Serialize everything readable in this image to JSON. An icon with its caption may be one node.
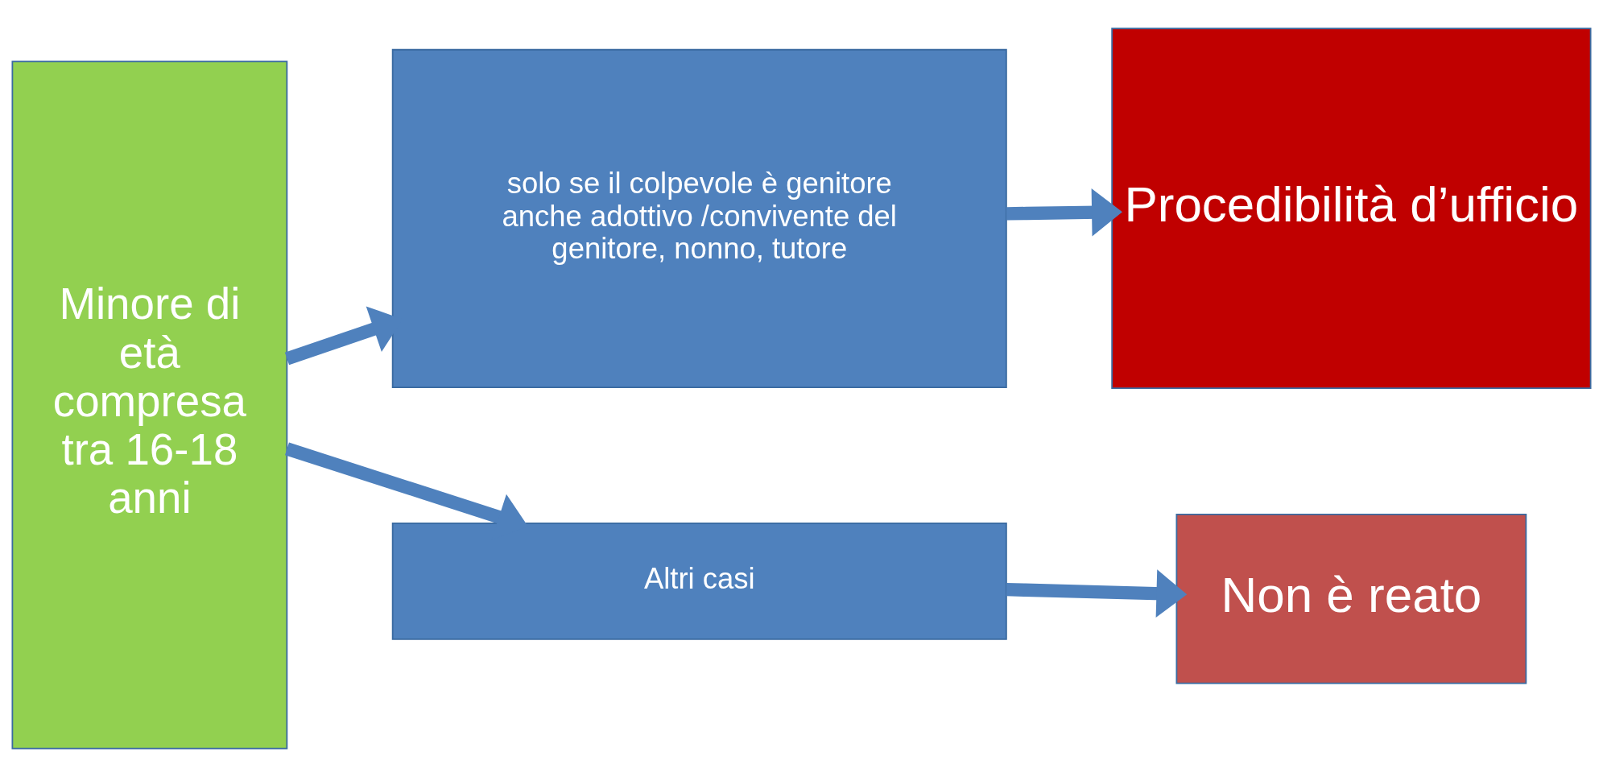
{
  "diagram": {
    "nodes": [
      {
        "text": [
          "Minore di età compresa tra 16-18 anni"
        ]
      },
      {
        "text": [
          "solo se il colpevole è genitore anche adottivo /convivente del genitore, nonno, tutore"
        ]
      },
      {
        "text": [
          "Procedibilità d’ufficio"
        ]
      },
      {
        "text": [
          "Altri casi"
        ]
      },
      {
        "text": [
          "Non è reato"
        ]
      }
    ],
    "edges": [
      {
        "from": 0,
        "to": 1,
        "arrow": "to"
      },
      {
        "from": 1,
        "to": 2,
        "arrow": "to"
      },
      {
        "from": 0,
        "to": 3,
        "arrow": "to"
      },
      {
        "from": 3,
        "to": 4,
        "arrow": "to"
      }
    ]
  }
}
